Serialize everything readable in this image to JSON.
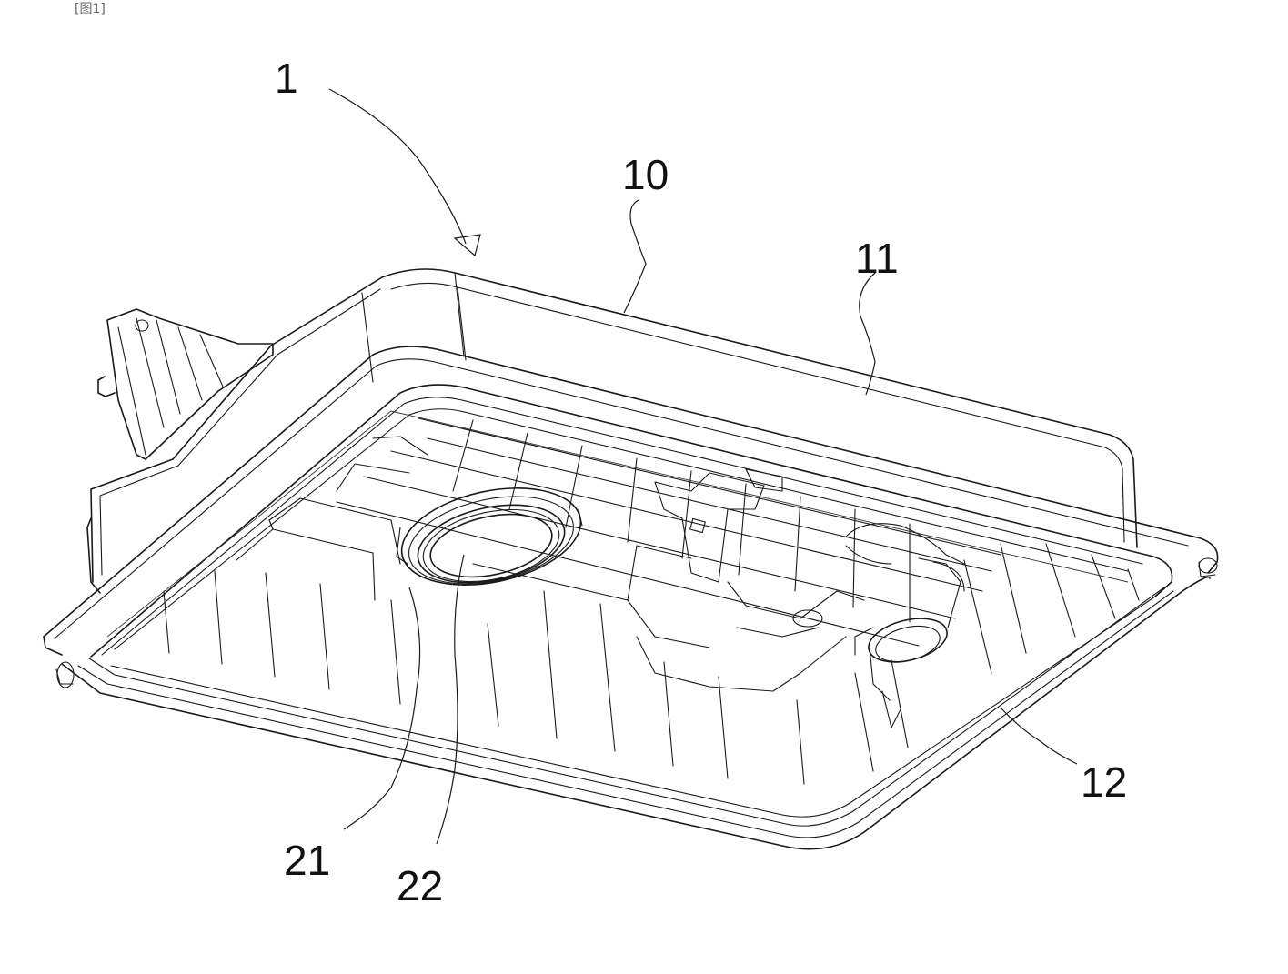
{
  "header_mark": "[图1]",
  "labels": {
    "assembly": "1",
    "housing": "10",
    "side_wall": "11",
    "bottom_plate": "12",
    "port_ring": "21",
    "port_opening": "22"
  }
}
